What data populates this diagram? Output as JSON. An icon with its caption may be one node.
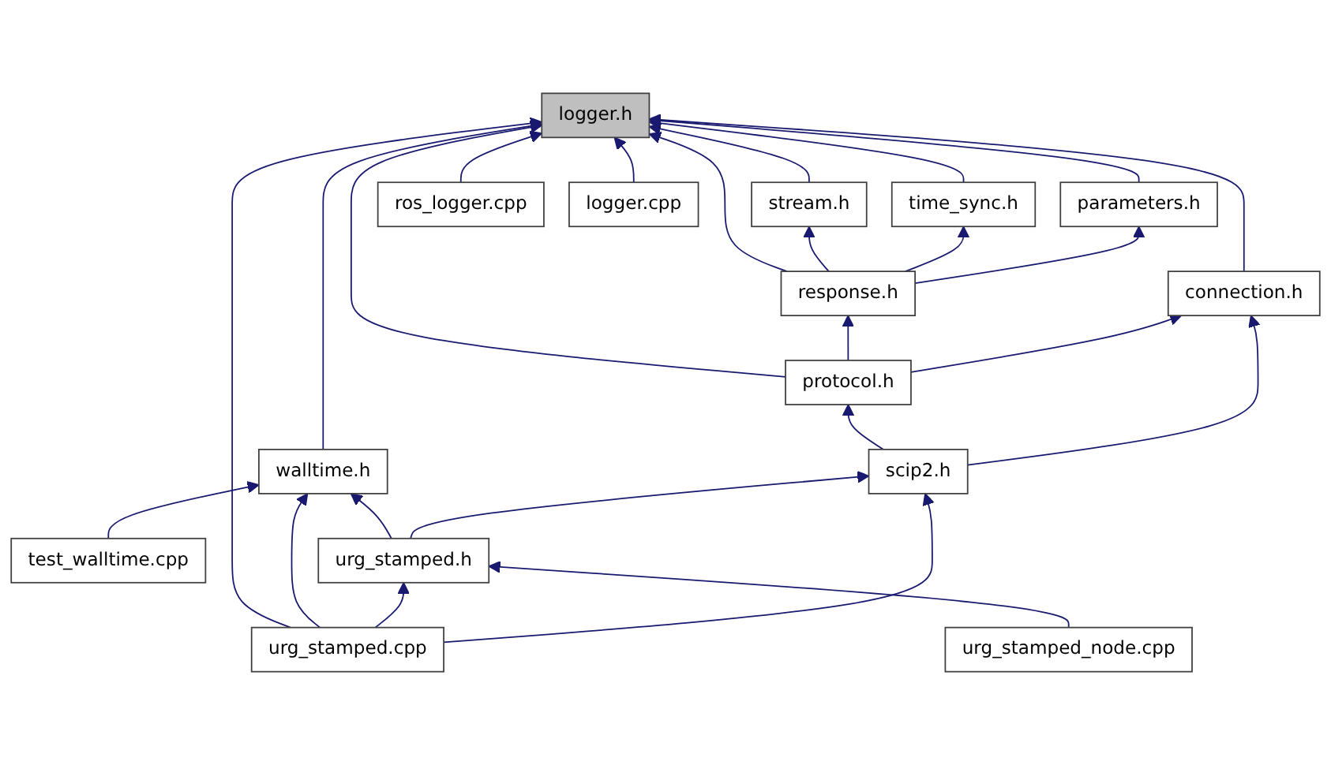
{
  "diagram": {
    "nodes": [
      {
        "text": [
          "logger.h"
        ]
      },
      {
        "text": [
          "stream.h"
        ]
      },
      {
        "text": [
          "time_sync.h"
        ]
      },
      {
        "text": [
          "parameters.h"
        ]
      },
      {
        "text": [
          "ros_logger.cpp"
        ]
      },
      {
        "text": [
          "logger.cpp"
        ]
      },
      {
        "text": [
          "response.h"
        ]
      },
      {
        "text": [
          "connection.h"
        ]
      },
      {
        "text": [
          "protocol.h"
        ]
      },
      {
        "text": [
          "walltime.h"
        ]
      },
      {
        "text": [
          "scip2.h"
        ]
      },
      {
        "text": [
          "test_walltime.cpp"
        ]
      },
      {
        "text": [
          "urg_stamped.h"
        ]
      },
      {
        "text": [
          "urg_stamped.cpp"
        ]
      },
      {
        "text": [
          "urg_stamped_node.cpp"
        ]
      }
    ],
    "edges": [
      {
        "from": 1,
        "to": 0,
        "arrow": "to"
      },
      {
        "from": 2,
        "to": 0,
        "arrow": "to"
      },
      {
        "from": 3,
        "to": 0,
        "arrow": "to"
      },
      {
        "from": 4,
        "to": 0,
        "arrow": "to"
      },
      {
        "from": 5,
        "to": 0,
        "arrow": "to"
      },
      {
        "from": 6,
        "to": 0,
        "arrow": "to"
      },
      {
        "from": 7,
        "to": 0,
        "arrow": "to"
      },
      {
        "from": 8,
        "to": 0,
        "arrow": "to"
      },
      {
        "from": 9,
        "to": 0,
        "arrow": "to"
      },
      {
        "from": 13,
        "to": 0,
        "arrow": "to"
      },
      {
        "from": 6,
        "to": 1,
        "arrow": "to"
      },
      {
        "from": 6,
        "to": 2,
        "arrow": "to"
      },
      {
        "from": 6,
        "to": 3,
        "arrow": "to"
      },
      {
        "from": 8,
        "to": 6,
        "arrow": "to"
      },
      {
        "from": 8,
        "to": 7,
        "arrow": "to"
      },
      {
        "from": 10,
        "to": 8,
        "arrow": "to"
      },
      {
        "from": 10,
        "to": 7,
        "arrow": "to"
      },
      {
        "from": 11,
        "to": 9,
        "arrow": "to"
      },
      {
        "from": 12,
        "to": 9,
        "arrow": "to"
      },
      {
        "from": 12,
        "to": 10,
        "arrow": "to"
      },
      {
        "from": 13,
        "to": 9,
        "arrow": "to"
      },
      {
        "from": 13,
        "to": 12,
        "arrow": "to"
      },
      {
        "from": 13,
        "to": 10,
        "arrow": "to"
      },
      {
        "from": 14,
        "to": 12,
        "arrow": "to"
      }
    ]
  }
}
